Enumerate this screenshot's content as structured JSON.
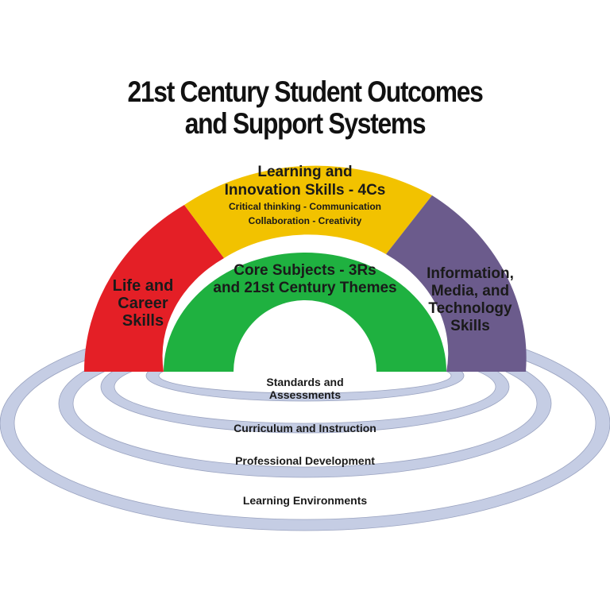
{
  "title": {
    "line1": "21st Century Student Outcomes",
    "line2": "and Support Systems"
  },
  "outcomes": {
    "life_career": {
      "lines": [
        "Life and",
        "Career",
        "Skills"
      ],
      "color": "#e41f26"
    },
    "learning_innovation": {
      "heading_lines": [
        "Learning and",
        "Innovation Skills - 4Cs"
      ],
      "detail_lines": [
        "Critical thinking - Communication",
        "Collaboration - Creativity"
      ],
      "color": "#f2c200"
    },
    "information_media_tech": {
      "lines": [
        "Information,",
        "Media, and",
        "Technology",
        "Skills"
      ],
      "color": "#6b5b8c"
    },
    "core_subjects": {
      "lines": [
        "Core Subjects - 3Rs",
        "and 21st Century Themes"
      ],
      "color": "#1fb140"
    }
  },
  "support_systems": {
    "standards": {
      "lines": [
        "Standards and",
        "Assessments"
      ]
    },
    "curriculum": {
      "label": "Curriculum and Instruction"
    },
    "professional_development": {
      "label": "Professional Development"
    },
    "learning_environments": {
      "label": "Learning Environments"
    },
    "ring_color": "#c5cde4"
  }
}
